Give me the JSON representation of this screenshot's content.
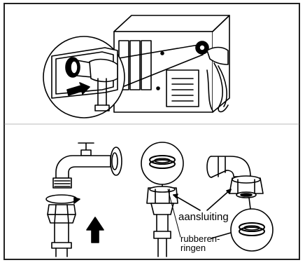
{
  "labels": {
    "connection": "aansluiting",
    "rings_line1": "rubberen-",
    "rings_line2": "ringen"
  },
  "icons": {
    "washing_machine": "washing-machine-illustration",
    "zoom_arrow": "push-arrow-icon",
    "tap": "water-tap-illustration",
    "rotate": "rotate-arrow-icon",
    "up_arrow": "up-arrow-icon",
    "rubber_ring": "rubber-ring-illustration",
    "elbow": "elbow-connector-illustration"
  },
  "colors": {
    "ink": "#000000",
    "frame": "#222222",
    "background": "#ffffff"
  }
}
